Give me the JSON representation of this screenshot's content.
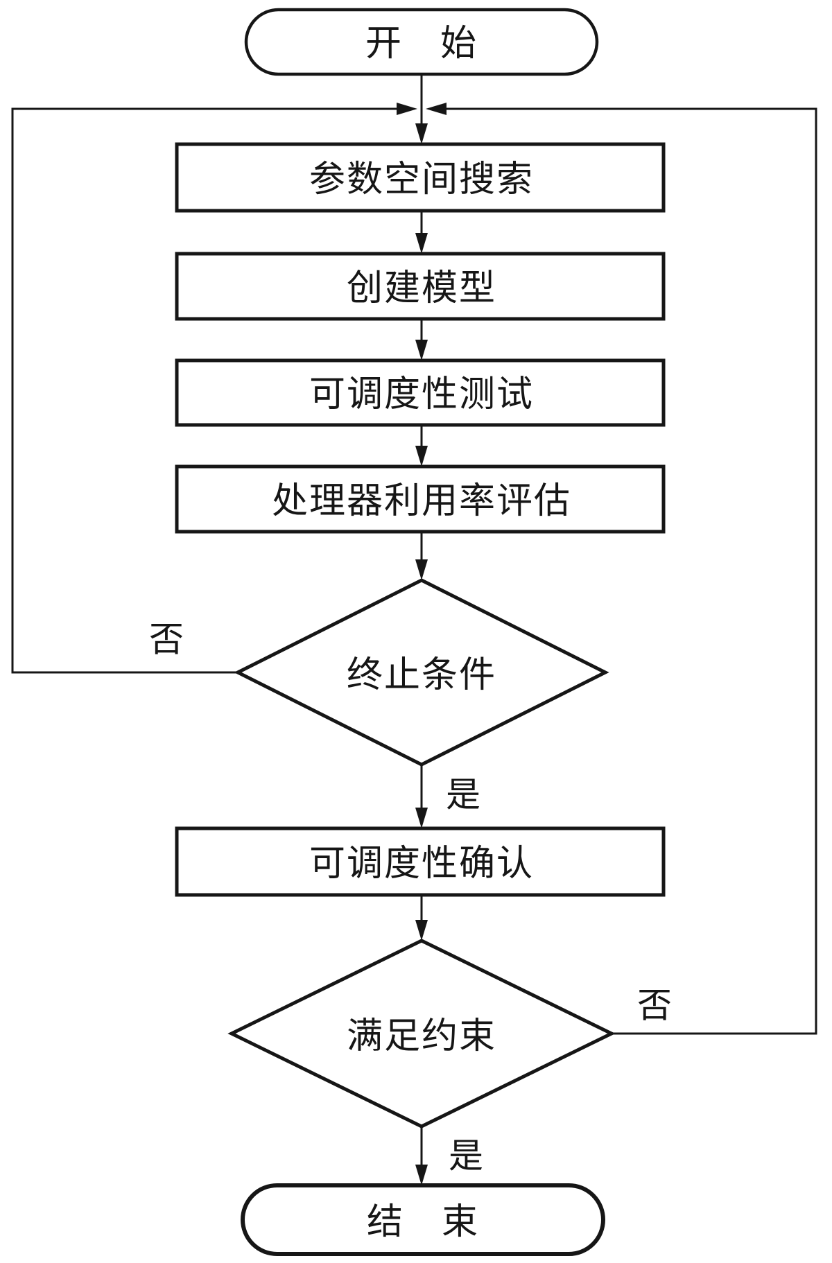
{
  "colors": {
    "stroke": "#161616",
    "background": "#ffffff"
  },
  "flowchart": {
    "start": {
      "label": "开　始"
    },
    "process_steps": [
      {
        "label": "参数空间搜索"
      },
      {
        "label": "创建模型"
      },
      {
        "label": "可调度性测试"
      },
      {
        "label": "处理器利用率评估"
      }
    ],
    "decision_termination": {
      "label": "终止条件",
      "no": "否",
      "yes": "是"
    },
    "confirm_step": {
      "label": "可调度性确认"
    },
    "decision_constraint": {
      "label": "满足约束",
      "no": "否",
      "yes": "是"
    },
    "end": {
      "label": "结　束"
    }
  }
}
